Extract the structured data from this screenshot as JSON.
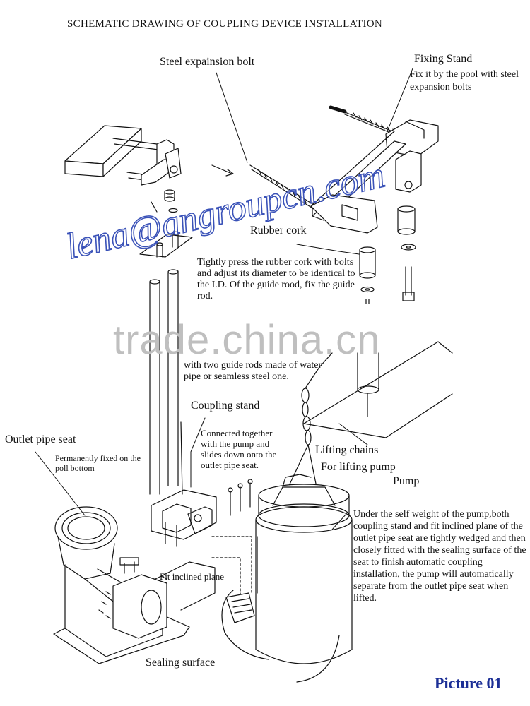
{
  "title": "SCHEMATIC DRAWING OF COUPLING DEVICE INSTALLATION",
  "labels": {
    "steel_bolt": "Steel expainsion bolt",
    "fixing_stand": "Fixing Stand",
    "fixing_stand_note": "Fix it by the pool with steel expansion bolts",
    "rubber_cork": "Rubber cork",
    "rubber_cork_note": "Tightly press the rubber cork with bolts and adjust its diameter to be identical to the I.D. Of the guide rood, fix the guide rod.",
    "guide_rod_note": "with two guide rods made of water pipe or seamless steel one.",
    "coupling_stand": "Coupling stand",
    "coupling_stand_note": "Connected together with the pump and slides down onto the outlet pipe seat.",
    "outlet_pipe_seat": "Outlet pipe seat",
    "outlet_pipe_seat_note": "Permanently fixed on the poll bottom",
    "lifting_chains": "Lifting chains",
    "lifting_chains_note": "For lifting pump",
    "pump": "Pump",
    "pump_note": "Under the self weight of the pump,both coupling stand and fit inclined plane of the outlet pipe seat are tightly wedged and then closely fitted with the sealing surface of the seat to finish automatic coupling installation, the pump will automatically separate from the outlet pipe seat when lifted.",
    "fit_inclined_plane": "Fit inclined plane",
    "sealing_surface": "Sealing surface"
  },
  "watermarks": {
    "email": "lena@angroupcn.com",
    "trade": "trade.china.cn"
  },
  "picture_label": "Picture 01"
}
